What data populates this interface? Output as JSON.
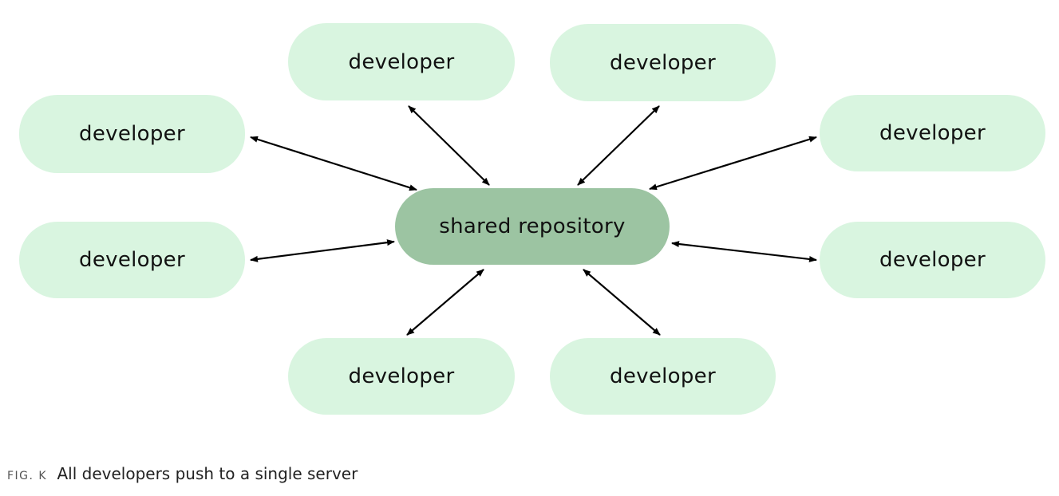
{
  "diagram": {
    "hub": {
      "label": "shared repository"
    },
    "developers": [
      {
        "label": "developer"
      },
      {
        "label": "developer"
      },
      {
        "label": "developer"
      },
      {
        "label": "developer"
      },
      {
        "label": "developer"
      },
      {
        "label": "developer"
      },
      {
        "label": "developer"
      },
      {
        "label": "developer"
      }
    ],
    "colors": {
      "developer_fill": "#d9f5e0",
      "hub_fill": "#9cc4a2",
      "arrow": "#000000"
    }
  },
  "caption": {
    "prefix": "FIG. K",
    "text": "All developers push to a single server"
  }
}
